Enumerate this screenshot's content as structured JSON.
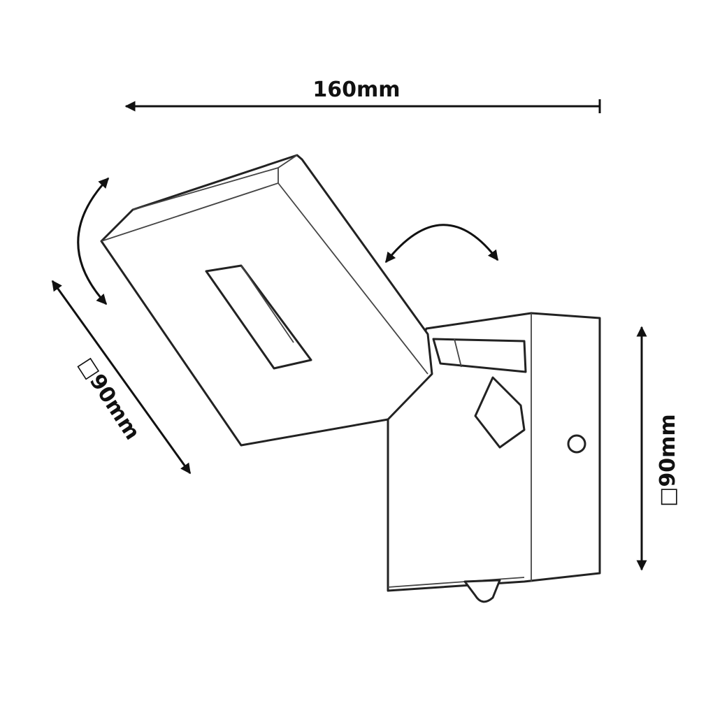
{
  "title": "Wall spotlight dimension drawing",
  "dimensions": {
    "width": "160mm",
    "head_size": "□90mm",
    "base_size": "□90mm"
  },
  "icons": [
    "double-arrow-width",
    "double-arrow-head",
    "double-arrow-base",
    "rotate-arrow-tilt",
    "rotate-arrow-swivel"
  ],
  "colors": {
    "line": "#111111",
    "background": "#ffffff"
  }
}
